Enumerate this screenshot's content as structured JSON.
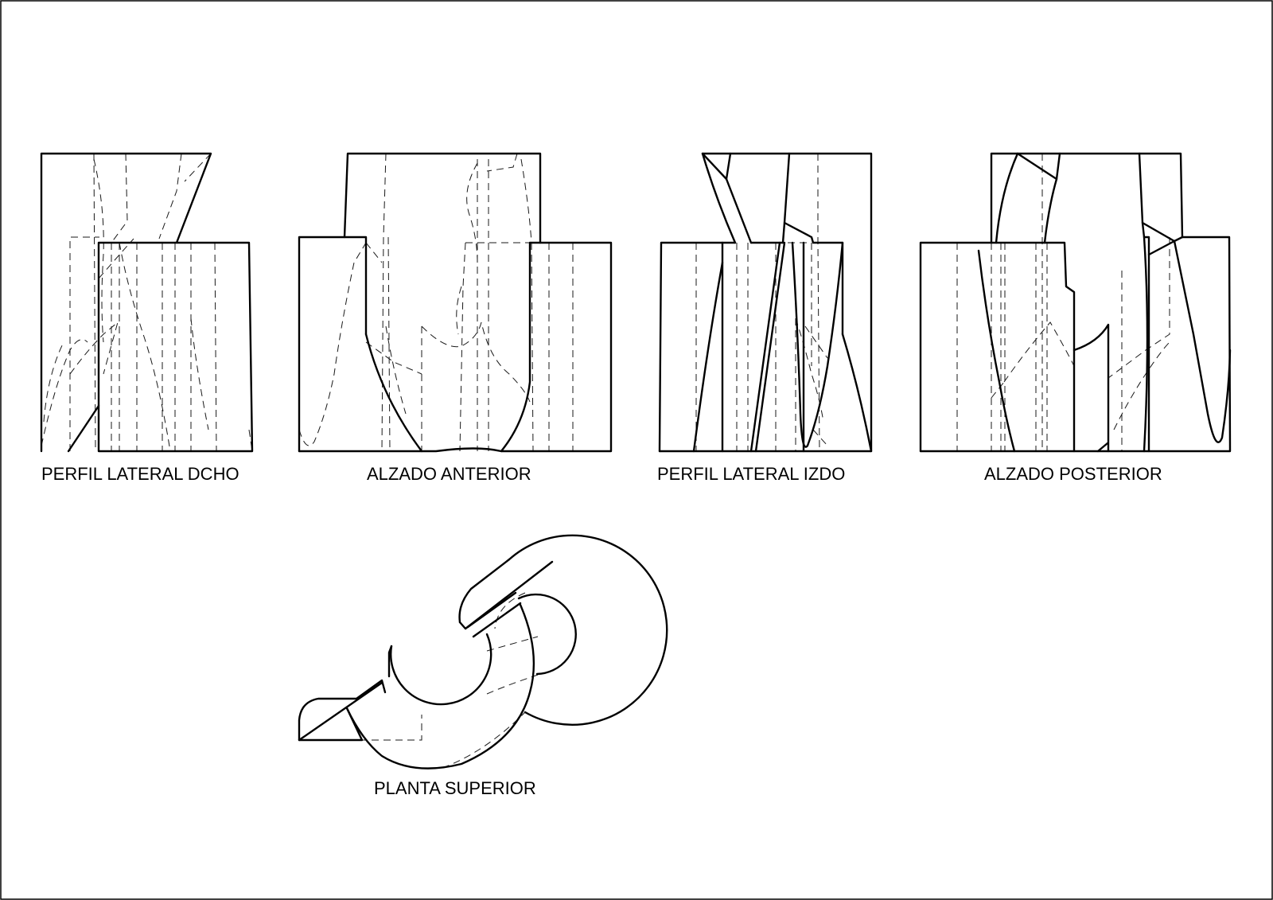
{
  "views": {
    "right_profile": {
      "label": "PERFIL LATERAL DCHO"
    },
    "front_elevation": {
      "label": "ALZADO ANTERIOR"
    },
    "left_profile": {
      "label": "PERFIL LATERAL IZDO"
    },
    "rear_elevation": {
      "label": "ALZADO POSTERIOR"
    },
    "top_plan": {
      "label": "PLANTA SUPERIOR"
    }
  },
  "colors": {
    "line": "#000000",
    "background": "#ffffff"
  }
}
